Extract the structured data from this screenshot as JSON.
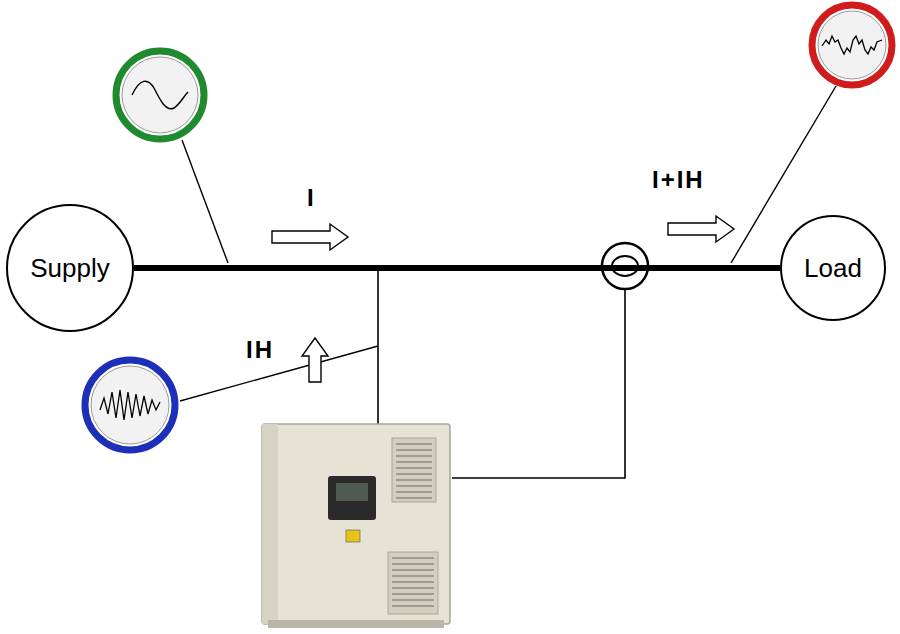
{
  "diagram": {
    "nodes": [
      {
        "text": [
          "Supply"
        ]
      },
      {
        "text": [
          "Load"
        ]
      }
    ],
    "edges": [
      {
        "from": 0,
        "to": 1,
        "arrow": "none"
      }
    ],
    "labels": [
      "I",
      "I+IH",
      "IH"
    ]
  }
}
